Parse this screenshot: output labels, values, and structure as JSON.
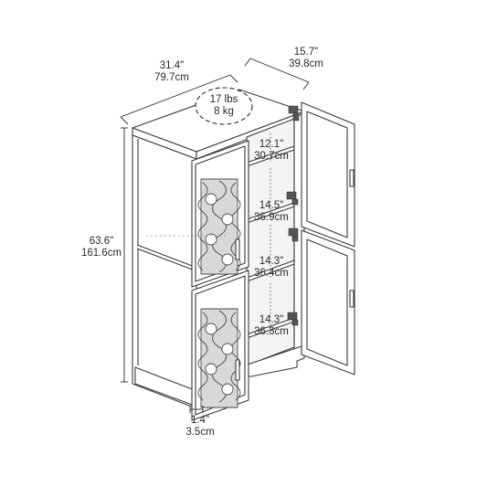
{
  "dimensions": {
    "width": {
      "in": "31.4\"",
      "cm": "79.7cm"
    },
    "depth": {
      "in": "15.7\"",
      "cm": "39.8cm"
    },
    "height": {
      "in": "63.6\"",
      "cm": "161.6cm"
    },
    "door_thickness": {
      "in": "1.4\"",
      "cm": "3.5cm"
    }
  },
  "weight": {
    "lbs": "17 lbs",
    "kg": "8 kg"
  },
  "shelves": [
    {
      "in": "12.1\"",
      "cm": "30.7cm"
    },
    {
      "in": "14.5\"",
      "cm": "36.9cm"
    },
    {
      "in": "14.3\"",
      "cm": "36.4cm"
    },
    {
      "in": "14.3\"",
      "cm": "36.3cm"
    }
  ],
  "colors": {
    "line": "#3a3a3a",
    "panel": "#ffffff",
    "inner": "#f4f4f4",
    "lattice": "#4a4a4a"
  }
}
